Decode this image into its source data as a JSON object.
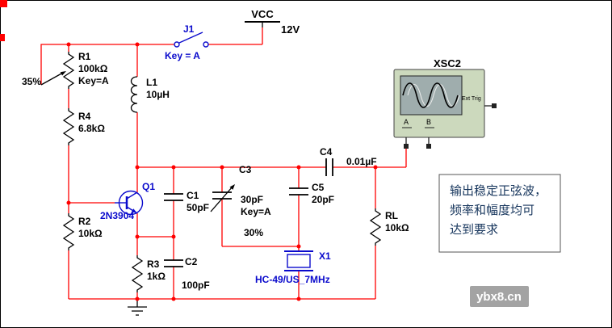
{
  "power": {
    "label": "VCC",
    "value": "12V"
  },
  "j1": {
    "ref": "J1",
    "key": "Key = A"
  },
  "r1": {
    "ref": "R1",
    "value": "100kΩ",
    "key": "Key=A",
    "setting": "35%"
  },
  "r4": {
    "ref": "R4",
    "value": "6.8kΩ"
  },
  "r2": {
    "ref": "R2",
    "value": "10kΩ"
  },
  "r3": {
    "ref": "R3",
    "value": "1kΩ"
  },
  "rl": {
    "ref": "RL",
    "value": "10kΩ"
  },
  "l1": {
    "ref": "L1",
    "value": "10µH"
  },
  "q1": {
    "ref": "Q1",
    "model": "2N3904"
  },
  "c1": {
    "ref": "C1",
    "value": "50pF"
  },
  "c2": {
    "ref": "C2",
    "value": "100pF"
  },
  "c3": {
    "ref": "C3",
    "value": "30pF",
    "key": "Key=A",
    "setting": "30%"
  },
  "c4": {
    "ref": "C4",
    "value": "0.01µF"
  },
  "c5": {
    "ref": "C5",
    "value": "20pF"
  },
  "x1": {
    "ref": "X1",
    "model": "HC-49/US_7MHz"
  },
  "scope": {
    "ref": "XSC2",
    "ext_trig": "Ext Trig",
    "ch_a": "A",
    "ch_b": "B"
  },
  "note": {
    "line1": "输出稳定正弦波，",
    "line2": "频率和幅度均可",
    "line3": "达到要求"
  },
  "watermark": {
    "text": "ybx8.cn"
  },
  "colors": {
    "wire": "#ff0000",
    "symbol": "#000000",
    "virtual_blue": "#0a0acc",
    "scope_body": "#ccd9bd",
    "note_text": "#17365d"
  }
}
